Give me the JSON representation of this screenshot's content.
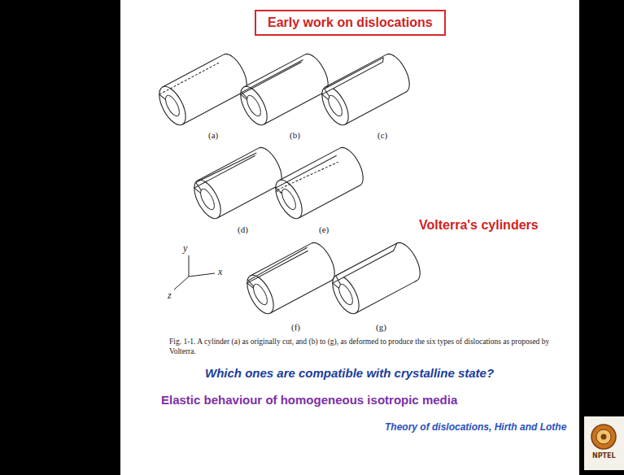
{
  "diagram": {
    "caption": "Fig. 1-1. A cylinder (a) as originally cut, and (b) to (g), as deformed to produce the six types of dislocations as proposed by Volterra.",
    "nodes": [
      {
        "text": [
          "Early work on dislocations"
        ]
      }
    ],
    "labels": [
      "(a)",
      "(b)",
      "(c)",
      "(d)",
      "(e)",
      "(f)",
      "(g)",
      "Volterra's cylinders",
      "y",
      "x",
      "z",
      "Which ones are compatible with crystalline state?",
      "Elastic behaviour of homogeneous isotropic media",
      "Theory of dislocations, Hirth and Lothe",
      "NPTEL"
    ]
  }
}
